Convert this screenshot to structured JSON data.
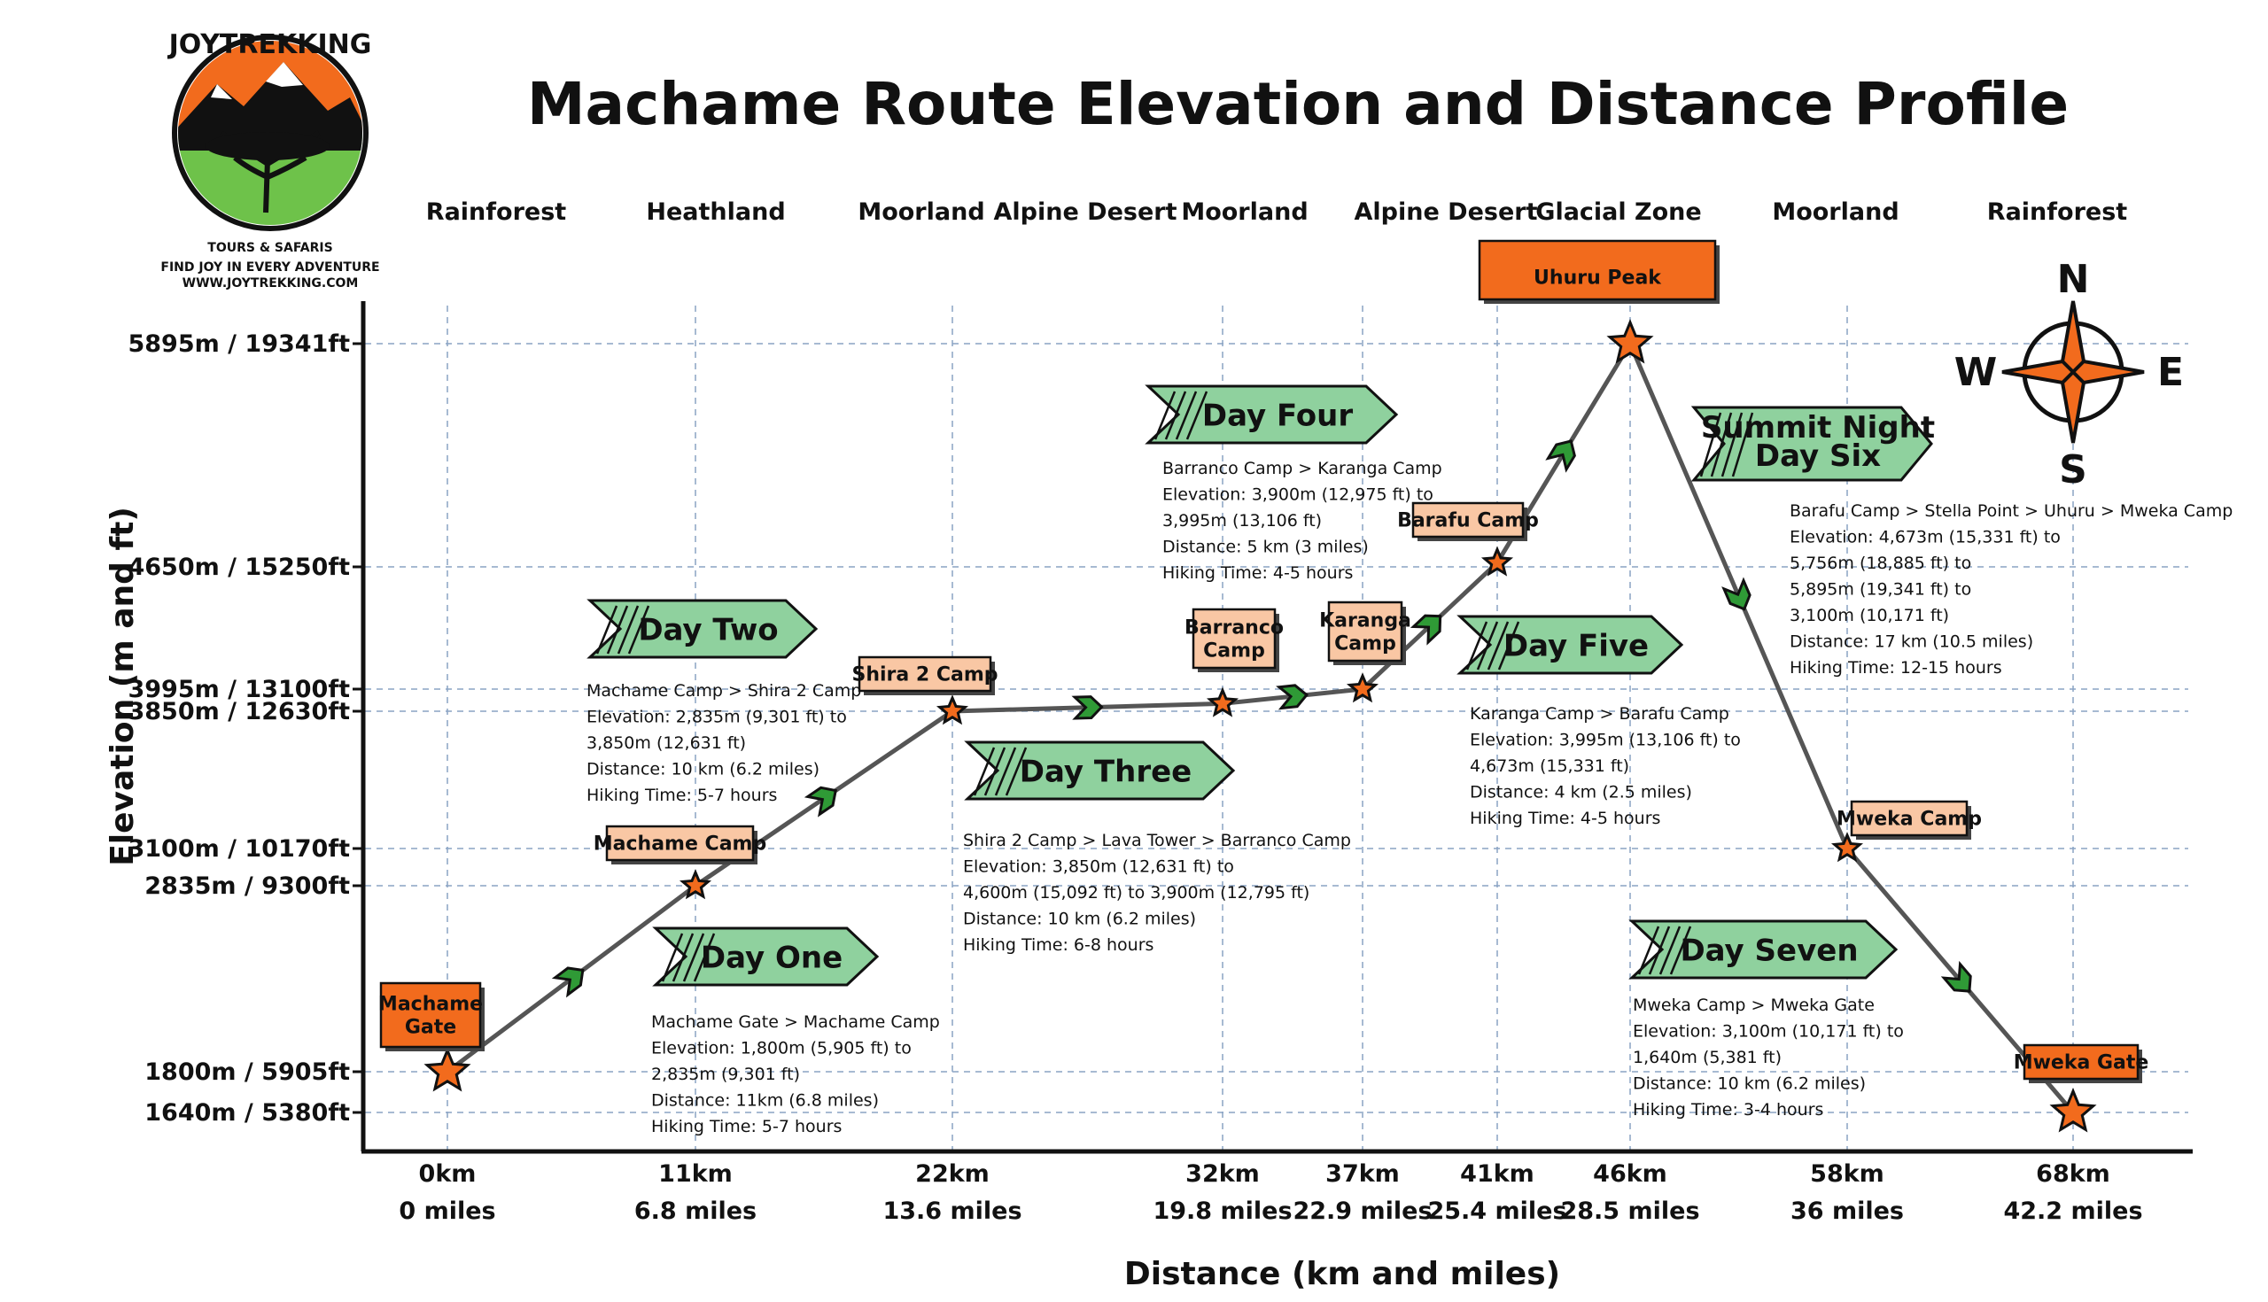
{
  "logo": {
    "brand": "JOYTREKKING",
    "subtitle": "TOURS & SAFARIS",
    "tagline": "FIND JOY IN EVERY ADVENTURE",
    "url": "WWW.JOYTREKKING.COM"
  },
  "compass": {
    "n": "N",
    "s": "S",
    "e": "E",
    "w": "W"
  },
  "zones": [
    "Rainforest",
    "Heathland",
    "Moorland",
    "Alpine Desert",
    "Moorland",
    "Alpine Desert",
    "Glacial Zone",
    "Moorland",
    "Rainforest"
  ],
  "colors": {
    "accent": "#f26b1d",
    "camp_fill": "#f9c7a4",
    "day_green": "#8fd19e",
    "line": "#555555",
    "grid": "#8aa3c4"
  },
  "chart_data": {
    "type": "line",
    "title": "Machame Route Elevation and Distance Profile",
    "xlabel": "Distance (km and miles)",
    "ylabel": "Elevation (m and ft)",
    "x_ticks": [
      {
        "km": "0km",
        "mi": "0 miles"
      },
      {
        "km": "11km",
        "mi": "6.8 miles"
      },
      {
        "km": "22km",
        "mi": "13.6 miles"
      },
      {
        "km": "32km",
        "mi": "19.8 miles"
      },
      {
        "km": "37km",
        "mi": "22.9 miles"
      },
      {
        "km": "41km",
        "mi": "25.4 miles"
      },
      {
        "km": "46km",
        "mi": "28.5 miles"
      },
      {
        "km": "58km",
        "mi": "36 miles"
      },
      {
        "km": "68km",
        "mi": "42.2 miles"
      }
    ],
    "y_ticks": [
      {
        "m": 5895,
        "label": "5895m / 19341ft"
      },
      {
        "m": 4650,
        "label": "4650m / 15250ft"
      },
      {
        "m": 3995,
        "label": "3995m / 13100ft"
      },
      {
        "m": 3850,
        "label": "3850m / 12630ft"
      },
      {
        "m": 3100,
        "label": "3100m / 10170ft"
      },
      {
        "m": 2835,
        "label": "2835m / 9300ft"
      },
      {
        "m": 1800,
        "label": "1800m / 5905ft"
      },
      {
        "m": 1640,
        "label": "1640m / 5380ft"
      }
    ],
    "points": [
      {
        "name": "Machame Gate",
        "tick": 0,
        "m": 1800
      },
      {
        "name": "Machame Camp",
        "tick": 1,
        "m": 2835
      },
      {
        "name": "Shira 2 Camp",
        "tick": 2,
        "m": 3850
      },
      {
        "name": "Barranco Camp",
        "tick": 3,
        "m": 3900
      },
      {
        "name": "Karanga Camp",
        "tick": 4,
        "m": 3995
      },
      {
        "name": "Barafu Camp",
        "tick": 5,
        "m": 4673
      },
      {
        "name": "Uhuru Peak",
        "tick": 6,
        "m": 5895
      },
      {
        "name": "Mweka Camp",
        "tick": 7,
        "m": 3100
      },
      {
        "name": "Mweka Gate",
        "tick": 8,
        "m": 1640
      }
    ],
    "camp_labels": {
      "machame_gate": [
        "Machame",
        "Gate"
      ],
      "machame_camp": [
        "Machame Camp"
      ],
      "shira_camp": [
        "Shira 2 Camp"
      ],
      "barranco_camp": [
        "Barranco",
        "Camp"
      ],
      "karanga_camp": [
        "Karanga",
        "Camp"
      ],
      "barafu_camp": [
        "Barafu Camp"
      ],
      "uhuru_peak": [
        "Uhuru Peak"
      ],
      "mweka_camp": [
        "Mweka Camp"
      ],
      "mweka_gate": [
        "Mweka Gate"
      ]
    },
    "days": [
      {
        "title": [
          "Day One"
        ],
        "lines": [
          "Machame Gate > Machame Camp",
          "Elevation: 1,800m (5,905 ft) to",
          "2,835m (9,301 ft)",
          "Distance: 11km (6.8 miles)",
          "Hiking Time: 5-7 hours"
        ]
      },
      {
        "title": [
          "Day Two"
        ],
        "lines": [
          "Machame Camp > Shira 2 Camp",
          "Elevation: 2,835m (9,301 ft) to",
          "3,850m (12,631 ft)",
          "Distance: 10 km (6.2 miles)",
          "Hiking Time: 5-7 hours"
        ]
      },
      {
        "title": [
          "Day Three"
        ],
        "lines": [
          "Shira 2 Camp > Lava Tower > Barranco Camp",
          "Elevation: 3,850m (12,631 ft) to",
          "4,600m (15,092 ft) to 3,900m (12,795 ft)",
          "Distance: 10 km (6.2 miles)",
          "Hiking Time: 6-8 hours"
        ]
      },
      {
        "title": [
          "Day Four"
        ],
        "lines": [
          "Barranco Camp > Karanga Camp",
          "Elevation: 3,900m (12,975 ft) to",
          "3,995m (13,106 ft)",
          "Distance: 5 km (3 miles)",
          "Hiking Time: 4-5 hours"
        ]
      },
      {
        "title": [
          "Day Five"
        ],
        "lines": [
          "Karanga Camp > Barafu Camp",
          "Elevation: 3,995m (13,106 ft) to",
          "4,673m (15,331 ft)",
          "Distance: 4 km (2.5 miles)",
          "Hiking Time: 4-5 hours"
        ]
      },
      {
        "title": [
          "Summit Night",
          "Day Six"
        ],
        "lines": [
          "Barafu Camp > Stella Point > Uhuru > Mweka Camp",
          "Elevation: 4,673m (15,331 ft) to",
          "5,756m (18,885 ft) to",
          "5,895m (19,341 ft) to",
          "3,100m (10,171 ft)",
          "Distance: 17 km (10.5 miles)",
          "Hiking Time: 12-15 hours"
        ]
      },
      {
        "title": [
          "Day Seven"
        ],
        "lines": [
          "Mweka Camp > Mweka Gate",
          "Elevation: 3,100m (10,171 ft) to",
          "1,640m (5,381 ft)",
          "Distance: 10 km (6.2 miles)",
          "Hiking Time: 3-4 hours"
        ]
      }
    ]
  }
}
